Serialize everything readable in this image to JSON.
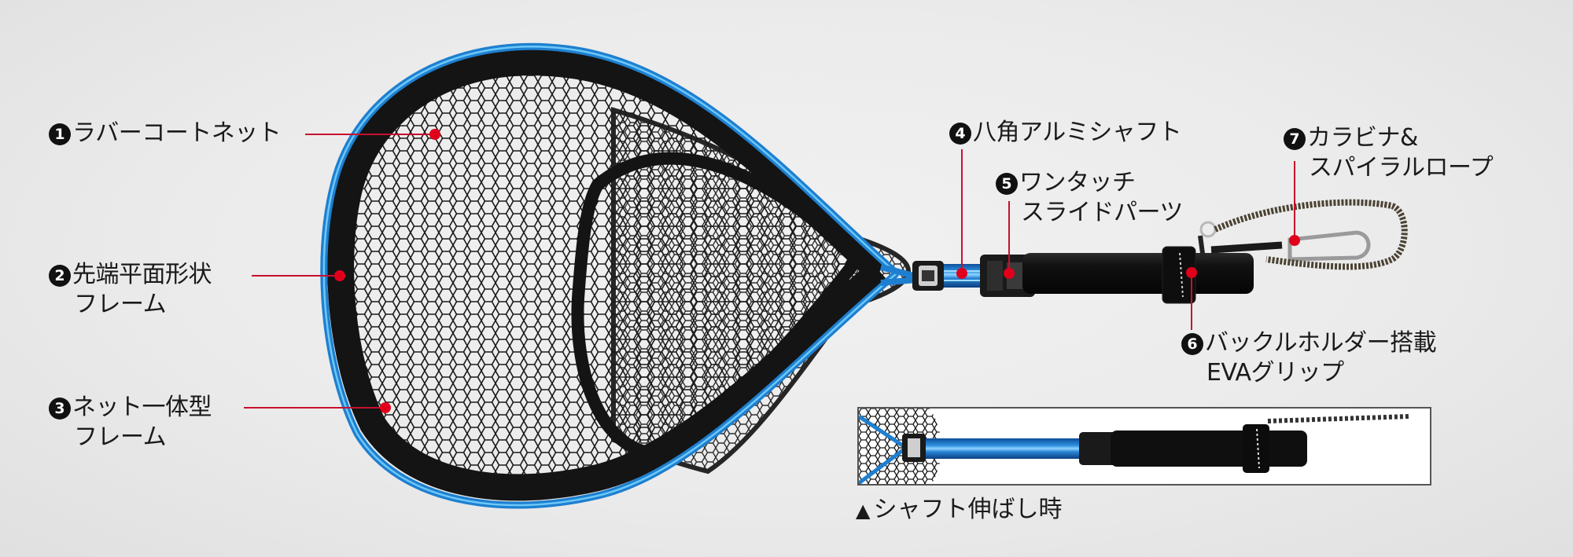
{
  "diagram": {
    "subject": "landing net with telescopic shaft",
    "colors": {
      "background": "#ececec",
      "frame_blue": "#1e7fd0",
      "frame_highlight": "#5ec0f5",
      "rubber_black": "#141414",
      "callout_red": "#e0001b",
      "callout_line": "#c8102e",
      "text": "#1a1a1a"
    },
    "callouts": [
      {
        "number": "1",
        "line1": "ラバーコートネット",
        "line2": ""
      },
      {
        "number": "2",
        "line1": "先端平面形状",
        "line2": "フレーム"
      },
      {
        "number": "3",
        "line1": "ネット一体型",
        "line2": "フレーム"
      },
      {
        "number": "4",
        "line1": "八角アルミシャフト",
        "line2": ""
      },
      {
        "number": "5",
        "line1": "ワンタッチ",
        "line2": "スライドパーツ"
      },
      {
        "number": "6",
        "line1": "バックルホルダー搭載",
        "line2": "EVAグリップ"
      },
      {
        "number": "7",
        "line1": "カラビナ&",
        "line2": "スパイラルロープ"
      }
    ],
    "inset": {
      "caption_marker": "▲",
      "caption": "シャフト伸ばし時"
    }
  }
}
